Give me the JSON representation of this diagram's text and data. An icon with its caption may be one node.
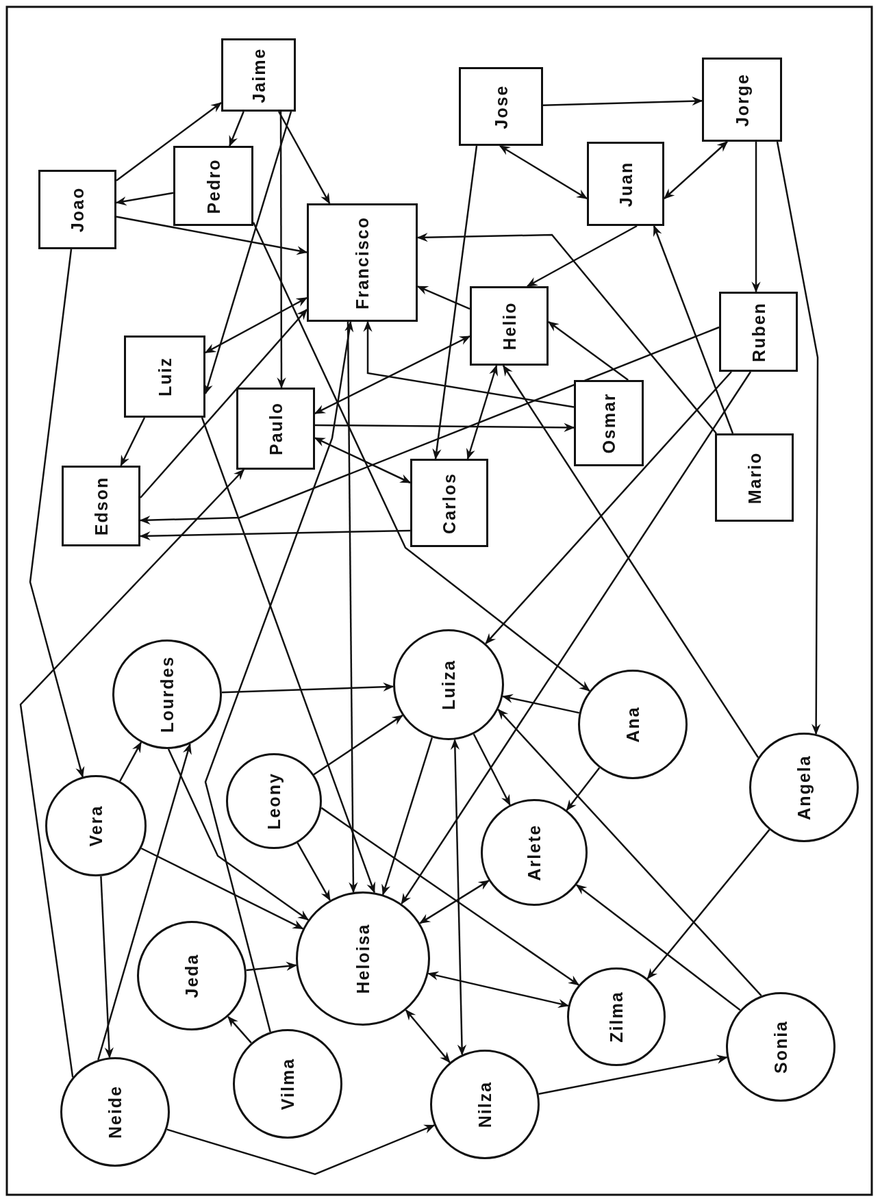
{
  "diagram": {
    "nodes": [
      {
        "text": [
          "Jaime"
        ]
      },
      {
        "text": [
          "Pedro"
        ]
      },
      {
        "text": [
          "Joao"
        ]
      },
      {
        "text": [
          "Francisco"
        ]
      },
      {
        "text": [
          "Jose"
        ]
      },
      {
        "text": [
          "Jorge"
        ]
      },
      {
        "text": [
          "Juan"
        ]
      },
      {
        "text": [
          "Helio"
        ]
      },
      {
        "text": [
          "Ruben"
        ]
      },
      {
        "text": [
          "Luiz"
        ]
      },
      {
        "text": [
          "Paulo"
        ]
      },
      {
        "text": [
          "Osmar"
        ]
      },
      {
        "text": [
          "Mario"
        ]
      },
      {
        "text": [
          "Edson"
        ]
      },
      {
        "text": [
          "Carlos"
        ]
      },
      {
        "text": [
          "Lourdes"
        ]
      },
      {
        "text": [
          "Luiza"
        ]
      },
      {
        "text": [
          "Ana"
        ]
      },
      {
        "text": [
          "Vera"
        ]
      },
      {
        "text": [
          "Leony"
        ]
      },
      {
        "text": [
          "Arlete"
        ]
      },
      {
        "text": [
          "Angela"
        ]
      },
      {
        "text": [
          "Jeda"
        ]
      },
      {
        "text": [
          "Heloisa"
        ]
      },
      {
        "text": [
          "Zilma"
        ]
      },
      {
        "text": [
          "Sonia"
        ]
      },
      {
        "text": [
          "Neide"
        ]
      },
      {
        "text": [
          "Vilma"
        ]
      },
      {
        "text": [
          "Nilza"
        ]
      }
    ],
    "edges": [
      {
        "from": 2,
        "to": 0,
        "arrow": "to"
      },
      {
        "from": 0,
        "to": 1,
        "arrow": "to"
      },
      {
        "from": 1,
        "to": 2,
        "arrow": "to"
      },
      {
        "from": 0,
        "to": 3,
        "arrow": "to"
      },
      {
        "from": 2,
        "to": 3,
        "arrow": "to"
      },
      {
        "from": 0,
        "to": 10,
        "arrow": "to"
      },
      {
        "from": 0,
        "to": 9,
        "arrow": "to"
      },
      {
        "from": 3,
        "to": 9,
        "arrow": "both"
      },
      {
        "from": 13,
        "to": 3,
        "arrow": "to"
      },
      {
        "from": 9,
        "to": 13,
        "arrow": "to"
      },
      {
        "from": 9,
        "to": 23,
        "arrow": "to"
      },
      {
        "from": 1,
        "to": 17,
        "arrow": "to"
      },
      {
        "from": 3,
        "to": 23,
        "arrow": "to"
      },
      {
        "from": 27,
        "to": 3,
        "arrow": "to"
      },
      {
        "from": 26,
        "to": 10,
        "arrow": "to"
      },
      {
        "from": 2,
        "to": 18,
        "arrow": "to"
      },
      {
        "from": 8,
        "to": 13,
        "arrow": "to"
      },
      {
        "from": 14,
        "to": 13,
        "arrow": "to"
      },
      {
        "from": 10,
        "to": 11,
        "arrow": "to"
      },
      {
        "from": 10,
        "to": 14,
        "arrow": "both"
      },
      {
        "from": 10,
        "to": 7,
        "arrow": "both"
      },
      {
        "from": 7,
        "to": 3,
        "arrow": "to"
      },
      {
        "from": 6,
        "to": 7,
        "arrow": "to"
      },
      {
        "from": 12,
        "to": 3,
        "arrow": "to"
      },
      {
        "from": 12,
        "to": 6,
        "arrow": "to"
      },
      {
        "from": 11,
        "to": 7,
        "arrow": "to"
      },
      {
        "from": 11,
        "to": 3,
        "arrow": "to"
      },
      {
        "from": 4,
        "to": 5,
        "arrow": "to"
      },
      {
        "from": 4,
        "to": 6,
        "arrow": "both"
      },
      {
        "from": 5,
        "to": 6,
        "arrow": "both"
      },
      {
        "from": 5,
        "to": 8,
        "arrow": "to"
      },
      {
        "from": 5,
        "to": 21,
        "arrow": "to"
      },
      {
        "from": 4,
        "to": 14,
        "arrow": "to"
      },
      {
        "from": 7,
        "to": 14,
        "arrow": "both"
      },
      {
        "from": 21,
        "to": 7,
        "arrow": "to"
      },
      {
        "from": 8,
        "to": 16,
        "arrow": "to"
      },
      {
        "from": 8,
        "to": 23,
        "arrow": "to"
      },
      {
        "from": 15,
        "to": 16,
        "arrow": "to"
      },
      {
        "from": 17,
        "to": 16,
        "arrow": "to"
      },
      {
        "from": 17,
        "to": 20,
        "arrow": "to"
      },
      {
        "from": 25,
        "to": 16,
        "arrow": "to"
      },
      {
        "from": 25,
        "to": 20,
        "arrow": "to"
      },
      {
        "from": 21,
        "to": 24,
        "arrow": "to"
      },
      {
        "from": 16,
        "to": 20,
        "arrow": "to"
      },
      {
        "from": 16,
        "to": 28,
        "arrow": "both"
      },
      {
        "from": 16,
        "to": 23,
        "arrow": "to"
      },
      {
        "from": 19,
        "to": 16,
        "arrow": "to"
      },
      {
        "from": 19,
        "to": 23,
        "arrow": "to"
      },
      {
        "from": 19,
        "to": 24,
        "arrow": "to"
      },
      {
        "from": 23,
        "to": 20,
        "arrow": "both"
      },
      {
        "from": 23,
        "to": 24,
        "arrow": "both"
      },
      {
        "from": 23,
        "to": 28,
        "arrow": "both"
      },
      {
        "from": 28,
        "to": 25,
        "arrow": "to"
      },
      {
        "from": 26,
        "to": 28,
        "arrow": "to"
      },
      {
        "from": 18,
        "to": 15,
        "arrow": "to"
      },
      {
        "from": 18,
        "to": 23,
        "arrow": "to"
      },
      {
        "from": 18,
        "to": 26,
        "arrow": "to"
      },
      {
        "from": 26,
        "to": 15,
        "arrow": "to"
      },
      {
        "from": 15,
        "to": 23,
        "arrow": "to"
      },
      {
        "from": 27,
        "to": 22,
        "arrow": "to"
      },
      {
        "from": 22,
        "to": 23,
        "arrow": "to"
      }
    ]
  }
}
